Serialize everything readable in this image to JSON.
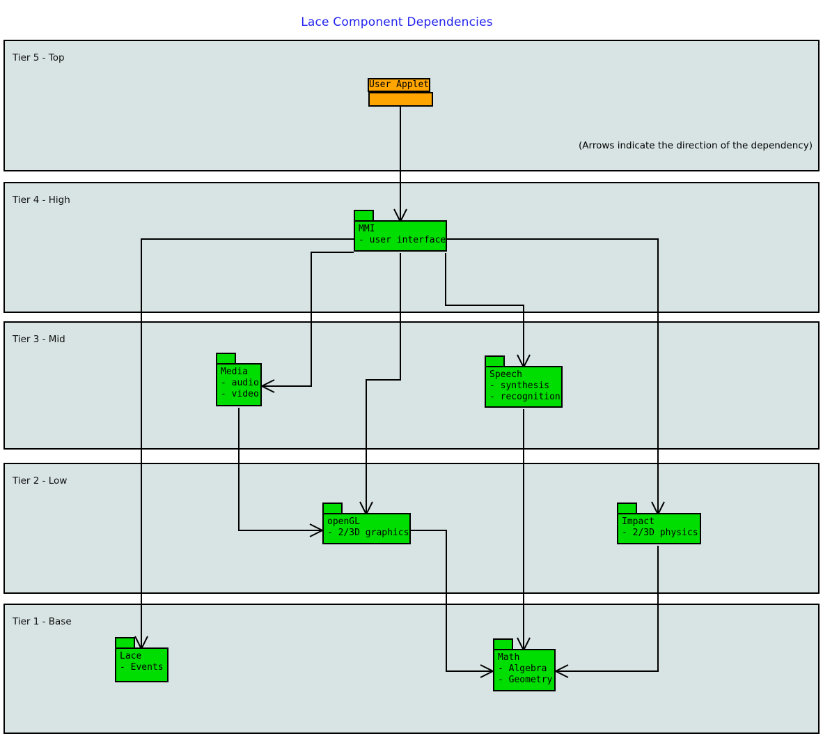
{
  "title": "Lace Component Dependencies",
  "note": "(Arrows indicate the direction of the dependency)",
  "colors": {
    "component_green": "#00dd00",
    "applet_orange": "#ffa500",
    "tier_background": "#d8e3e3",
    "title_blue": "#2222ee",
    "line_black": "#000000"
  },
  "tiers": [
    {
      "label": "Tier 5 - Top"
    },
    {
      "label": "Tier 4 - High"
    },
    {
      "label": "Tier 3 - Mid"
    },
    {
      "label": "Tier 2 - Low"
    },
    {
      "label": "Tier 1 - Base"
    }
  ],
  "components": {
    "user_applet": {
      "name": "User Applet",
      "details": []
    },
    "mmi": {
      "name": "MMI",
      "details": [
        "- user interface"
      ]
    },
    "media": {
      "name": "Media",
      "details": [
        "- audio",
        "- video"
      ]
    },
    "speech": {
      "name": "Speech",
      "details": [
        "- synthesis",
        "- recognition"
      ]
    },
    "opengl": {
      "name": "openGL",
      "details": [
        "- 2/3D graphics"
      ]
    },
    "impact": {
      "name": "Impact",
      "details": [
        "- 2/3D physics"
      ]
    },
    "lace": {
      "name": "Lace",
      "details": [
        "- Events"
      ]
    },
    "math": {
      "name": "Math",
      "details": [
        "- Algebra",
        "- Geometry"
      ]
    }
  },
  "edges": [
    {
      "from": "User Applet",
      "to": "MMI"
    },
    {
      "from": "MMI",
      "to": "Lace"
    },
    {
      "from": "MMI",
      "to": "Media"
    },
    {
      "from": "MMI",
      "to": "Speech"
    },
    {
      "from": "MMI",
      "to": "openGL"
    },
    {
      "from": "MMI",
      "to": "Impact"
    },
    {
      "from": "Media",
      "to": "openGL"
    },
    {
      "from": "Speech",
      "to": "Math"
    },
    {
      "from": "openGL",
      "to": "Math"
    },
    {
      "from": "Impact",
      "to": "Math"
    }
  ]
}
